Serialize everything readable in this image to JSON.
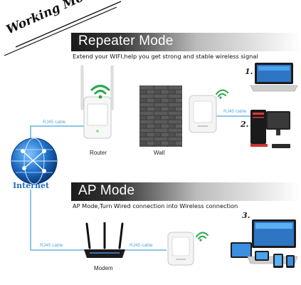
{
  "stamp": {
    "text": "Working Mode"
  },
  "repeater": {
    "title": "Repeater Mode",
    "subtitle": "Extend your WIFI,help you get strong and stable wireless signal",
    "router_label": "Router",
    "wall_label": "Wall",
    "cable_label": "RJ45 cable",
    "cable_label_2": "RJ45 cable",
    "num_1": "1.",
    "num_2": "2."
  },
  "internet": {
    "label": "Internet"
  },
  "ap": {
    "title": "AP Mode",
    "subtitle": "AP Mode,Turn Wired connection into Wireless connection",
    "modem_label": "Modem",
    "cable_label_1": "RJ45 cable",
    "cable_label_2": "RJ45 cable",
    "num_3": "3."
  },
  "colors": {
    "wifi_green": "#2aa84a",
    "cable_blue": "#8cc6ea",
    "globe_blue": "#1f6fc7"
  }
}
